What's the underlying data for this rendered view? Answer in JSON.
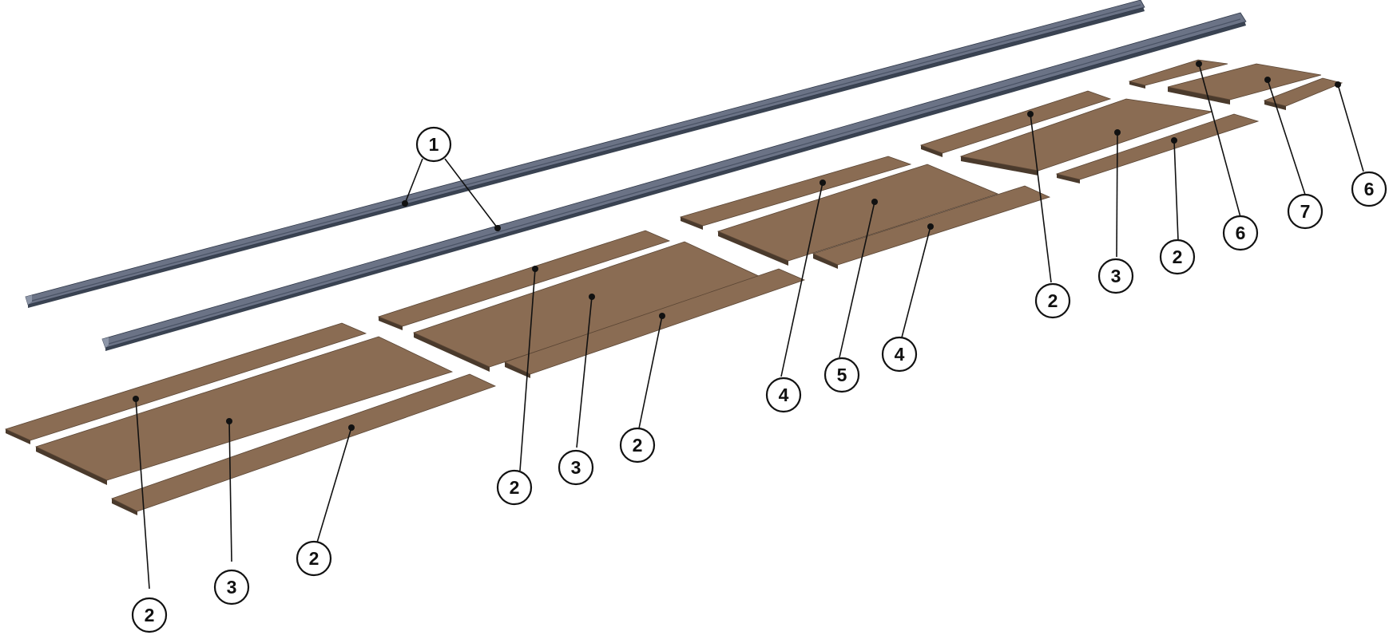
{
  "colors": {
    "background": "#ffffff",
    "panel": "#8a6c53",
    "panel_edge": "#4a3a2c",
    "rail": "#6b7386",
    "rail_edge": "#3a4352",
    "callout_stroke": "#111111"
  },
  "callouts": [
    {
      "id": "c1",
      "label": "1"
    },
    {
      "id": "c2a",
      "label": "2"
    },
    {
      "id": "c3a",
      "label": "3"
    },
    {
      "id": "c2b",
      "label": "2"
    },
    {
      "id": "c2c",
      "label": "2"
    },
    {
      "id": "c3b",
      "label": "3"
    },
    {
      "id": "c2d",
      "label": "2"
    },
    {
      "id": "c4a",
      "label": "4"
    },
    {
      "id": "c5",
      "label": "5"
    },
    {
      "id": "c4b",
      "label": "4"
    },
    {
      "id": "c2e",
      "label": "2"
    },
    {
      "id": "c3c",
      "label": "3"
    },
    {
      "id": "c2f",
      "label": "2"
    },
    {
      "id": "c6a",
      "label": "6"
    },
    {
      "id": "c7",
      "label": "7"
    },
    {
      "id": "c6b",
      "label": "6"
    }
  ]
}
